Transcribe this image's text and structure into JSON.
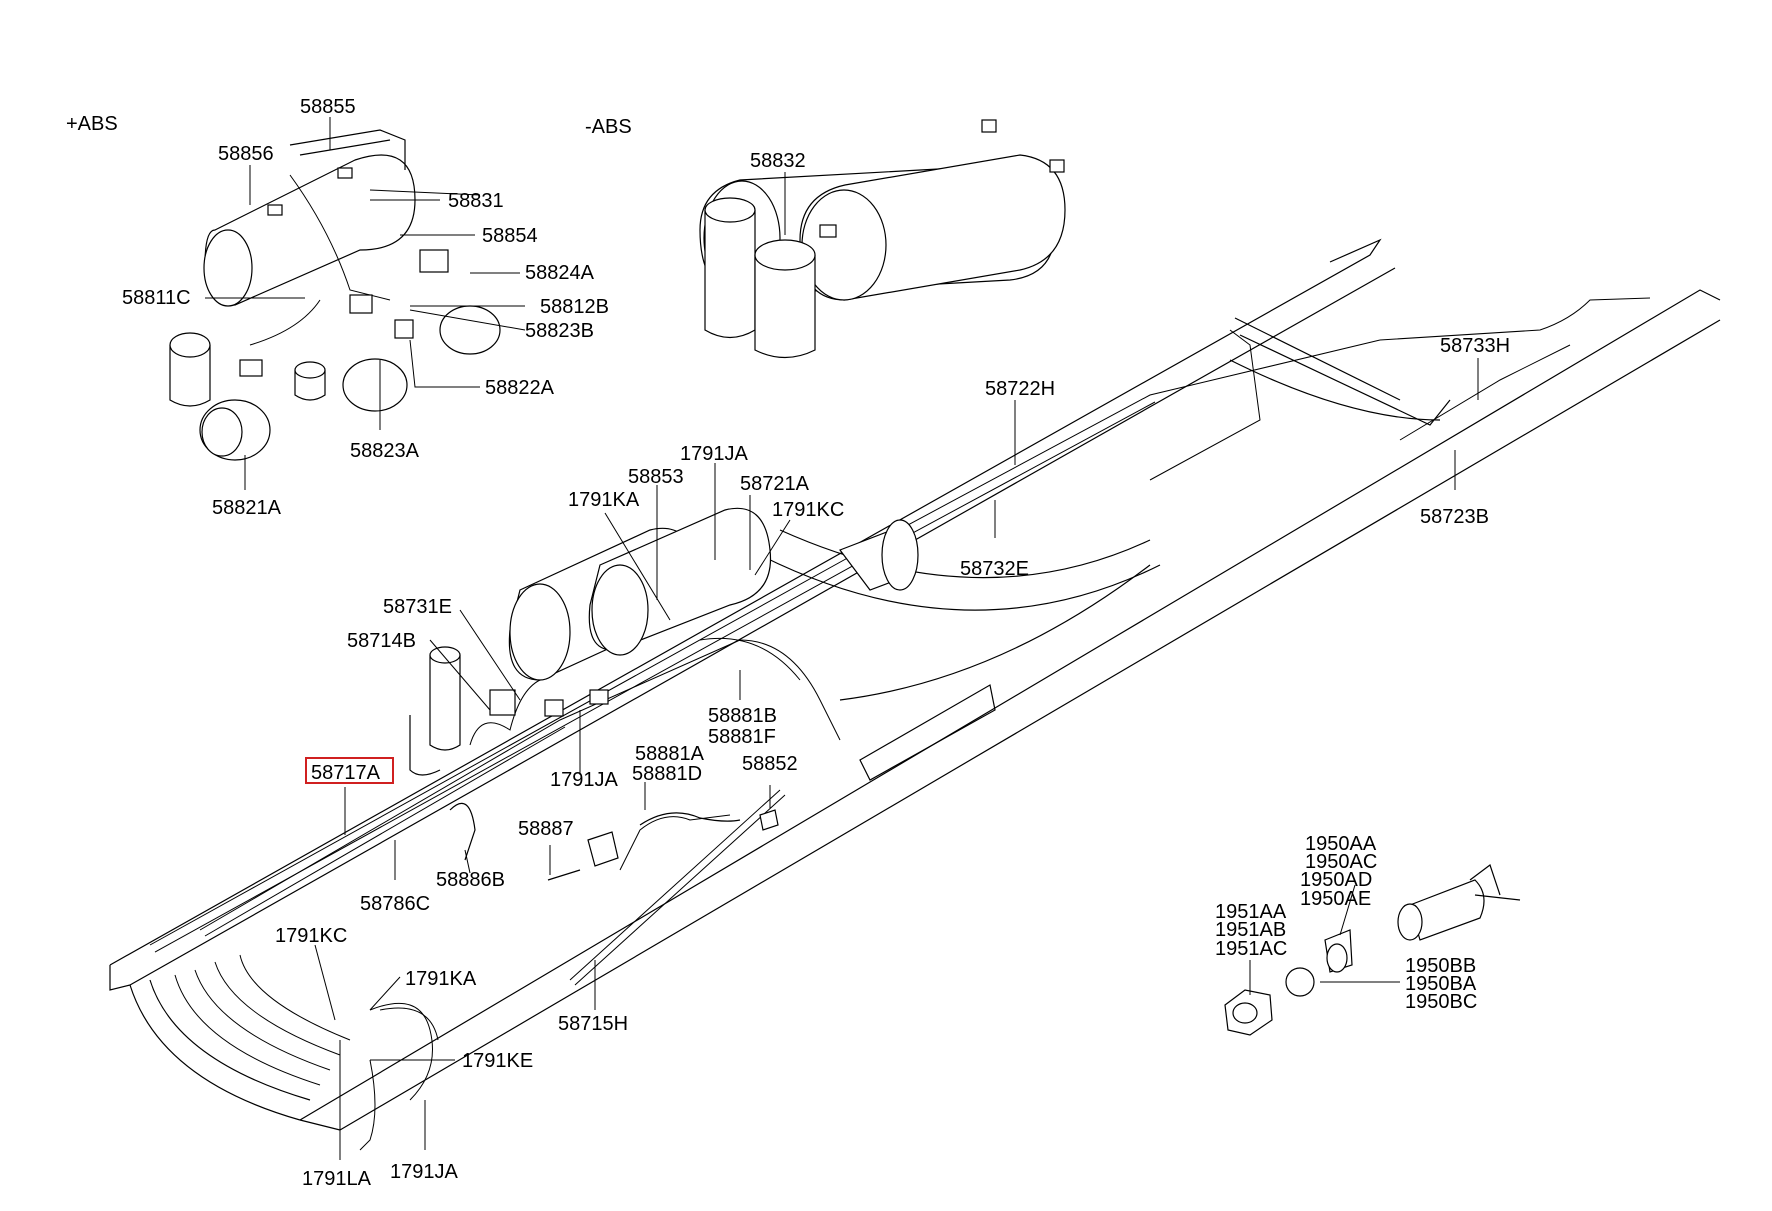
{
  "sections": {
    "with_abs": "+ABS",
    "without_abs": "-ABS"
  },
  "highlighted_part": "58717A",
  "labels": {
    "p58855": "58855",
    "p58856": "58856",
    "p58831": "58831",
    "p58854": "58854",
    "p58811C": "58811C",
    "p58824A": "58824A",
    "p58812B": "58812B",
    "p58823B": "58823B",
    "p58822A": "58822A",
    "p58823A": "58823A",
    "p58821A": "58821A",
    "p58832": "58832",
    "p58733H": "58733H",
    "p58722H": "58722H",
    "p58723B": "58723B",
    "p1791JA_top": "1791JA",
    "p58853": "58853",
    "p58721A": "58721A",
    "p1791KA_top": "1791KA",
    "p1791KC_top": "1791KC",
    "p58732E": "58732E",
    "p58731E": "58731E",
    "p58714B": "58714B",
    "p58881B": "58881B",
    "p58881F": "58881F",
    "p1791JA_mid": "1791JA",
    "p58881A": "58881A",
    "p58881D": "58881D",
    "p58852": "58852",
    "p58717A": "58717A",
    "p58887": "58887",
    "p58886B": "58886B",
    "p58786C": "58786C",
    "p1791KC_bot": "1791KC",
    "p1791KA_bot": "1791KA",
    "p58715H": "58715H",
    "p1791KE": "1791KE",
    "p1791LA": "1791LA",
    "p1791JA_bot": "1791JA",
    "p1950AA": "1950AA",
    "p1950AC": "1950AC",
    "p1950AD": "1950AD",
    "p1950AE": "1950AE",
    "p1951AA": "1951AA",
    "p1951AB": "1951AB",
    "p1951AC": "1951AC",
    "p1950BB": "1950BB",
    "p1950BA": "1950BA",
    "p1950BC": "1950BC"
  }
}
